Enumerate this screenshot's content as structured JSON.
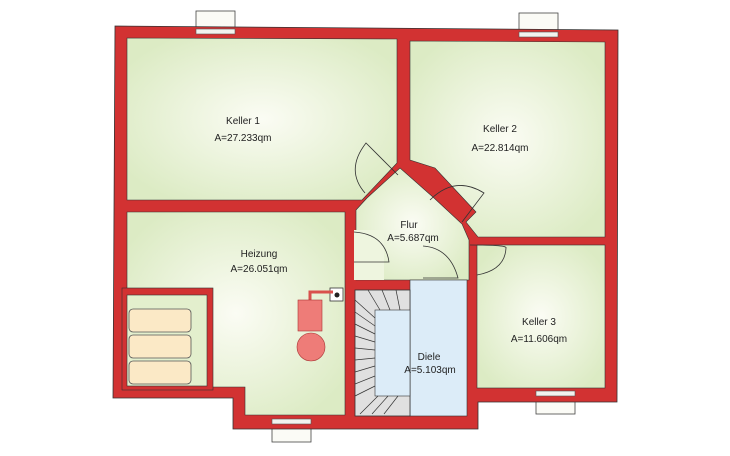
{
  "floor_plan": {
    "rooms": [
      {
        "name": "Keller 1",
        "area": "A=27.233qm"
      },
      {
        "name": "Keller 2",
        "area": "A=22.814qm"
      },
      {
        "name": "Flur",
        "area": "A=5.687qm"
      },
      {
        "name": "Heizung",
        "area": "A=26.051qm"
      },
      {
        "name": "Keller 3",
        "area": "A=11.606qm"
      },
      {
        "name": "Diele",
        "area": "A=5.103qm"
      }
    ]
  },
  "colors": {
    "wall": "#d23232",
    "room": "#e3efcd",
    "diele": "#dcecf8",
    "stairs": "#e0e0e0",
    "storage": "#fbe9c6",
    "heater": "#ee7c78"
  }
}
